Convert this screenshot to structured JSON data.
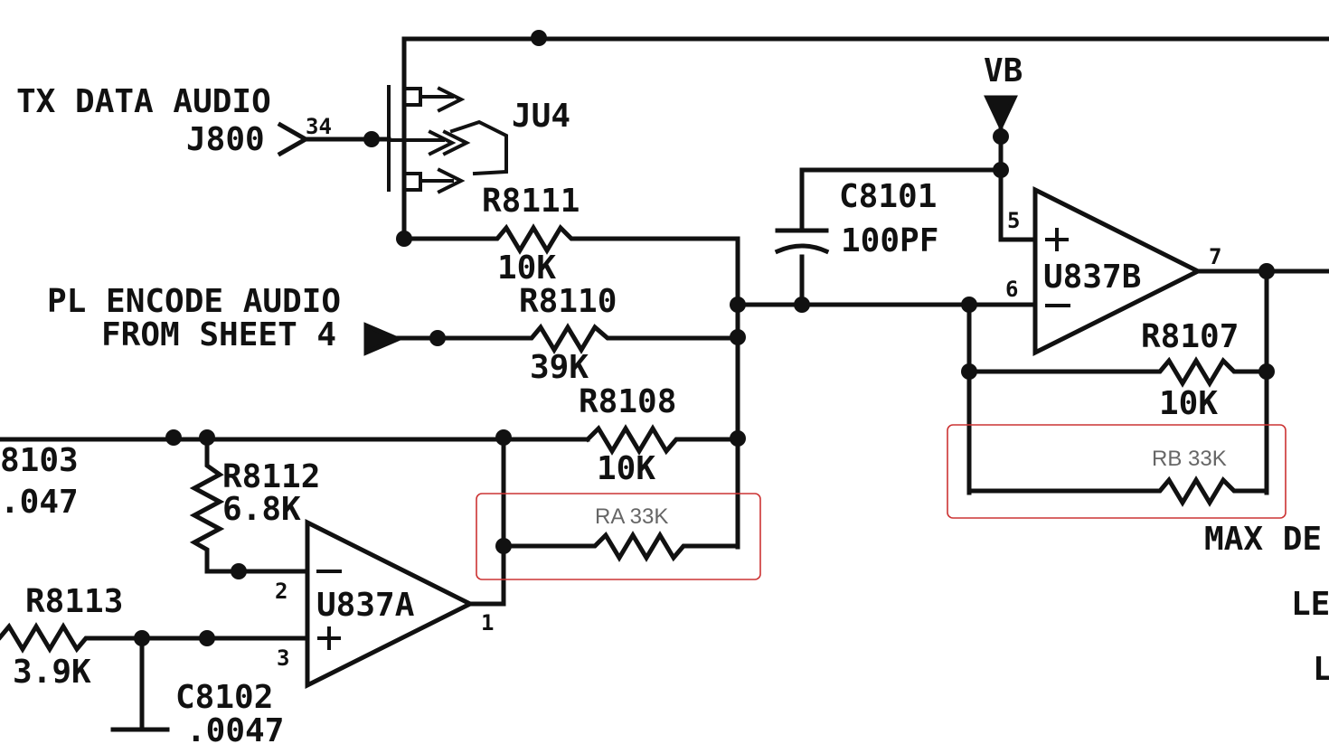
{
  "labels": {
    "tx_data_audio": "TX DATA AUDIO",
    "j800": "J800",
    "pin34": "34",
    "ju4": "JU4",
    "r8111": "R8111",
    "r8111_val": "10K",
    "pl_encode_1": "PL ENCODE AUDIO",
    "pl_encode_2": "FROM SHEET 4",
    "r8110": "R8110",
    "r8110_val": "39K",
    "r8108": "R8108",
    "r8108_val": "10K",
    "r8103": "8103",
    "r8103_val": ".047",
    "r8112": "R8112",
    "r8112_val": "6.8K",
    "r8113": "R8113",
    "r8113_val": "3.9K",
    "c8102": "C8102",
    "c8102_val": ".0047",
    "u837a": "U837A",
    "pin2": "2",
    "pin3": "3",
    "pin1": "1",
    "c8101": "C8101",
    "c8101_val": "100PF",
    "vb": "VB",
    "u837b": "U837B",
    "pin5": "5",
    "pin6": "6",
    "pin7": "7",
    "r8107": "R8107",
    "r8107_val": "10K",
    "max_dev": "MAX DE",
    "le": "LE",
    "l": "L"
  },
  "annotations": {
    "ra": "RA 33K",
    "rb": "RB 33K"
  },
  "colors": {
    "ink": "#111111",
    "highlight_box": "#cc3333",
    "annotation_text": "#666666"
  }
}
